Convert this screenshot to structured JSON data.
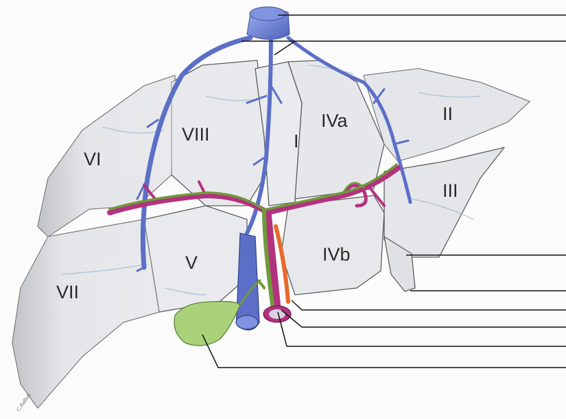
{
  "figure": {
    "subject": "liver segmental anatomy (Couinaud) with hepatic veins, portal vein, hepatic artery and bile duct",
    "signature": "C.Balbak"
  },
  "segments": [
    {
      "id": "I",
      "label": "I"
    },
    {
      "id": "II",
      "label": "II"
    },
    {
      "id": "III",
      "label": "III"
    },
    {
      "id": "IVa",
      "label": "IVa"
    },
    {
      "id": "IVb",
      "label": "IVb"
    },
    {
      "id": "V",
      "label": "V"
    },
    {
      "id": "VI",
      "label": "VI"
    },
    {
      "id": "VII",
      "label": "VII"
    },
    {
      "id": "VIII",
      "label": "VIII"
    }
  ],
  "leader_lines": {
    "count": 8,
    "labels_printed": false
  },
  "colors": {
    "liver_surface": "#e6e7ea",
    "liver_outline": "#5c5c5c",
    "hepatic_vein": "#5b6fc7",
    "portal_vein": "#b3327e",
    "bile_duct": "#6f9a3c",
    "hepatic_artery": "#e8692a",
    "gallbladder": "#a9d27b",
    "ivc": "#5b6fc7"
  }
}
